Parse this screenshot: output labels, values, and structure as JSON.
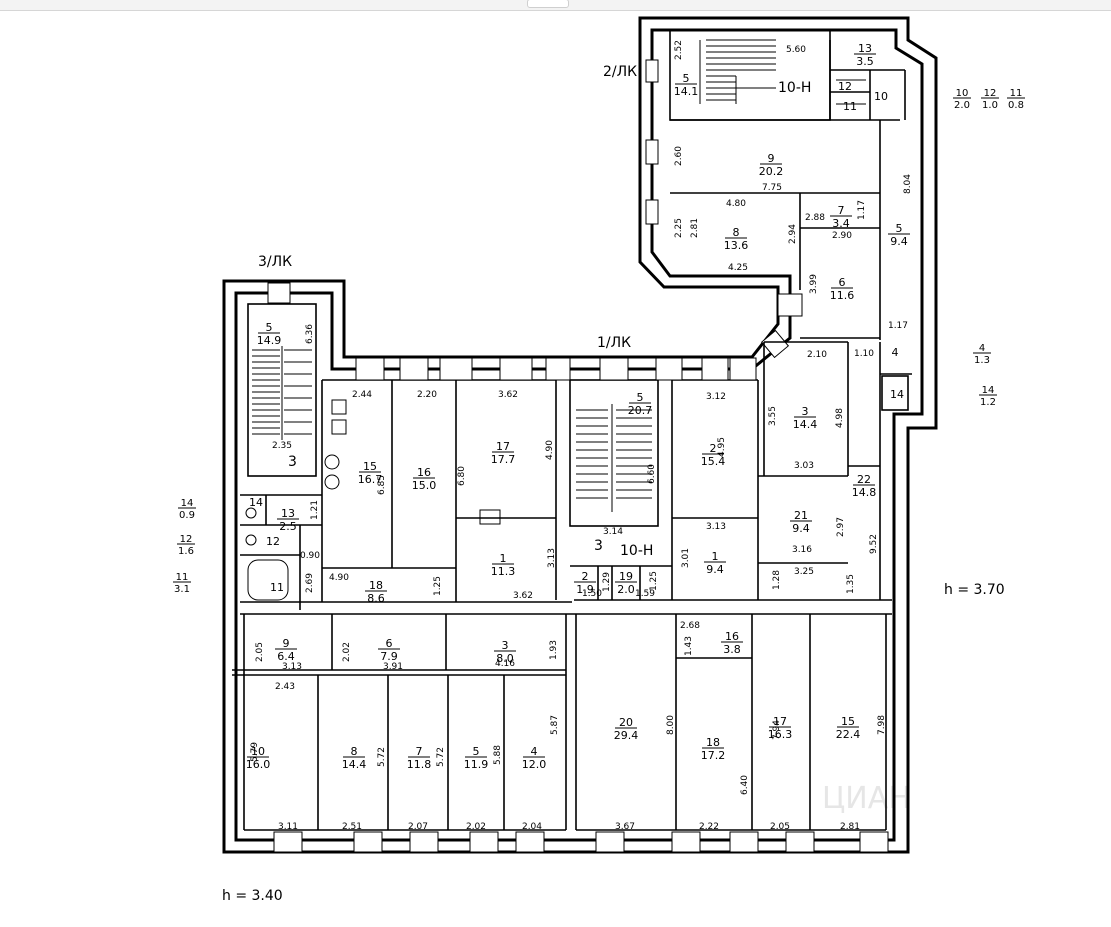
{
  "labels": {
    "stair_2lk": "2/ЛК",
    "stair_3lk": "3/ЛК",
    "stair_1lk": "1/ЛК",
    "unit_10n_top": "10-Н",
    "unit_10n_mid": "10-Н",
    "mark_3_left": "3",
    "mark_3_mid": "3",
    "height_right": "h  =  3.70",
    "height_bottom": "h  =  3.40",
    "watermark": "ЦИАН"
  },
  "rooms": [
    {
      "num": "5",
      "area": "14.1"
    },
    {
      "num": "13",
      "area": "3.5"
    },
    {
      "num": "12",
      "area": ""
    },
    {
      "num": "10",
      "area": ""
    },
    {
      "num": "11",
      "area": ""
    },
    {
      "num": "9",
      "area": "20.2"
    },
    {
      "num": "8",
      "area": "13.6"
    },
    {
      "num": "7",
      "area": "3.4"
    },
    {
      "num": "5",
      "area": "9.4"
    },
    {
      "num": "6",
      "area": "11.6"
    },
    {
      "num": "4",
      "area": ""
    },
    {
      "num": "14",
      "area": ""
    },
    {
      "num": "5",
      "area": "14.9"
    },
    {
      "num": "15",
      "area": "16.7"
    },
    {
      "num": "16",
      "area": "15.0"
    },
    {
      "num": "17",
      "area": "17.7"
    },
    {
      "num": "5",
      "area": "20.7"
    },
    {
      "num": "2",
      "area": "15.4"
    },
    {
      "num": "3",
      "area": "14.4"
    },
    {
      "num": "22",
      "area": "14.8"
    },
    {
      "num": "21",
      "area": "9.4"
    },
    {
      "num": "14",
      "area": ""
    },
    {
      "num": "13",
      "area": "2.5"
    },
    {
      "num": "12",
      "area": ""
    },
    {
      "num": "11",
      "area": ""
    },
    {
      "num": "18",
      "area": "8.6"
    },
    {
      "num": "1",
      "area": "11.3"
    },
    {
      "num": "2",
      "area": "1.9"
    },
    {
      "num": "19",
      "area": "2.0"
    },
    {
      "num": "1",
      "area": "9.4"
    },
    {
      "num": "9",
      "area": "6.4"
    },
    {
      "num": "6",
      "area": "7.9"
    },
    {
      "num": "3",
      "area": "8.0"
    },
    {
      "num": "16",
      "area": "3.8"
    },
    {
      "num": "10",
      "area": "16.0"
    },
    {
      "num": "8",
      "area": "14.4"
    },
    {
      "num": "7",
      "area": "11.8"
    },
    {
      "num": "5",
      "area": "11.9"
    },
    {
      "num": "4",
      "area": "12.0"
    },
    {
      "num": "20",
      "area": "29.4"
    },
    {
      "num": "18",
      "area": "17.2"
    },
    {
      "num": "17",
      "area": "16.3"
    },
    {
      "num": "15",
      "area": "22.4"
    }
  ],
  "legend_right": [
    {
      "num": "10",
      "area": "2.0"
    },
    {
      "num": "12",
      "area": "1.0"
    },
    {
      "num": "11",
      "area": "0.8"
    },
    {
      "num": "4",
      "area": "1.3"
    },
    {
      "num": "14",
      "area": "1.2"
    }
  ],
  "legend_left": [
    {
      "num": "14",
      "area": "0.9"
    },
    {
      "num": "12",
      "area": "1.6"
    },
    {
      "num": "11",
      "area": "3.1"
    }
  ],
  "dims": [
    "2.52",
    "5.60",
    "2.60",
    "7.75",
    "8.04",
    "4.80",
    "2.88",
    "1.17",
    "2.25",
    "2.81",
    "2.94",
    "2.90",
    "4.25",
    "3.99",
    "1.17",
    "6.36",
    "2.35",
    "2.44",
    "2.20",
    "3.62",
    "4.90",
    "6.80",
    "6.85",
    "1.21",
    "0.90",
    "2.69",
    "4.90",
    "1.25",
    "3.62",
    "3.12",
    "4.95",
    "3.55",
    "2.10",
    "4.98",
    "1.10",
    "3.03",
    "2.97",
    "3.16",
    "3.25",
    "9.52",
    "1.35",
    "3.13",
    "3.01",
    "1.28",
    "3.14",
    "6.60",
    "3.13",
    "1.29",
    "1.25",
    "1.50",
    "1.59",
    "2.05",
    "3.13",
    "2.02",
    "3.91",
    "4.16",
    "1.93",
    "2.43",
    "5.79",
    "5.72",
    "5.72",
    "5.88",
    "5.87",
    "3.11",
    "2.51",
    "2.07",
    "2.02",
    "2.04",
    "2.68",
    "1.43",
    "8.00",
    "6.40",
    "7.94",
    "7.98",
    "3.67",
    "2.22",
    "2.05",
    "2.81"
  ]
}
